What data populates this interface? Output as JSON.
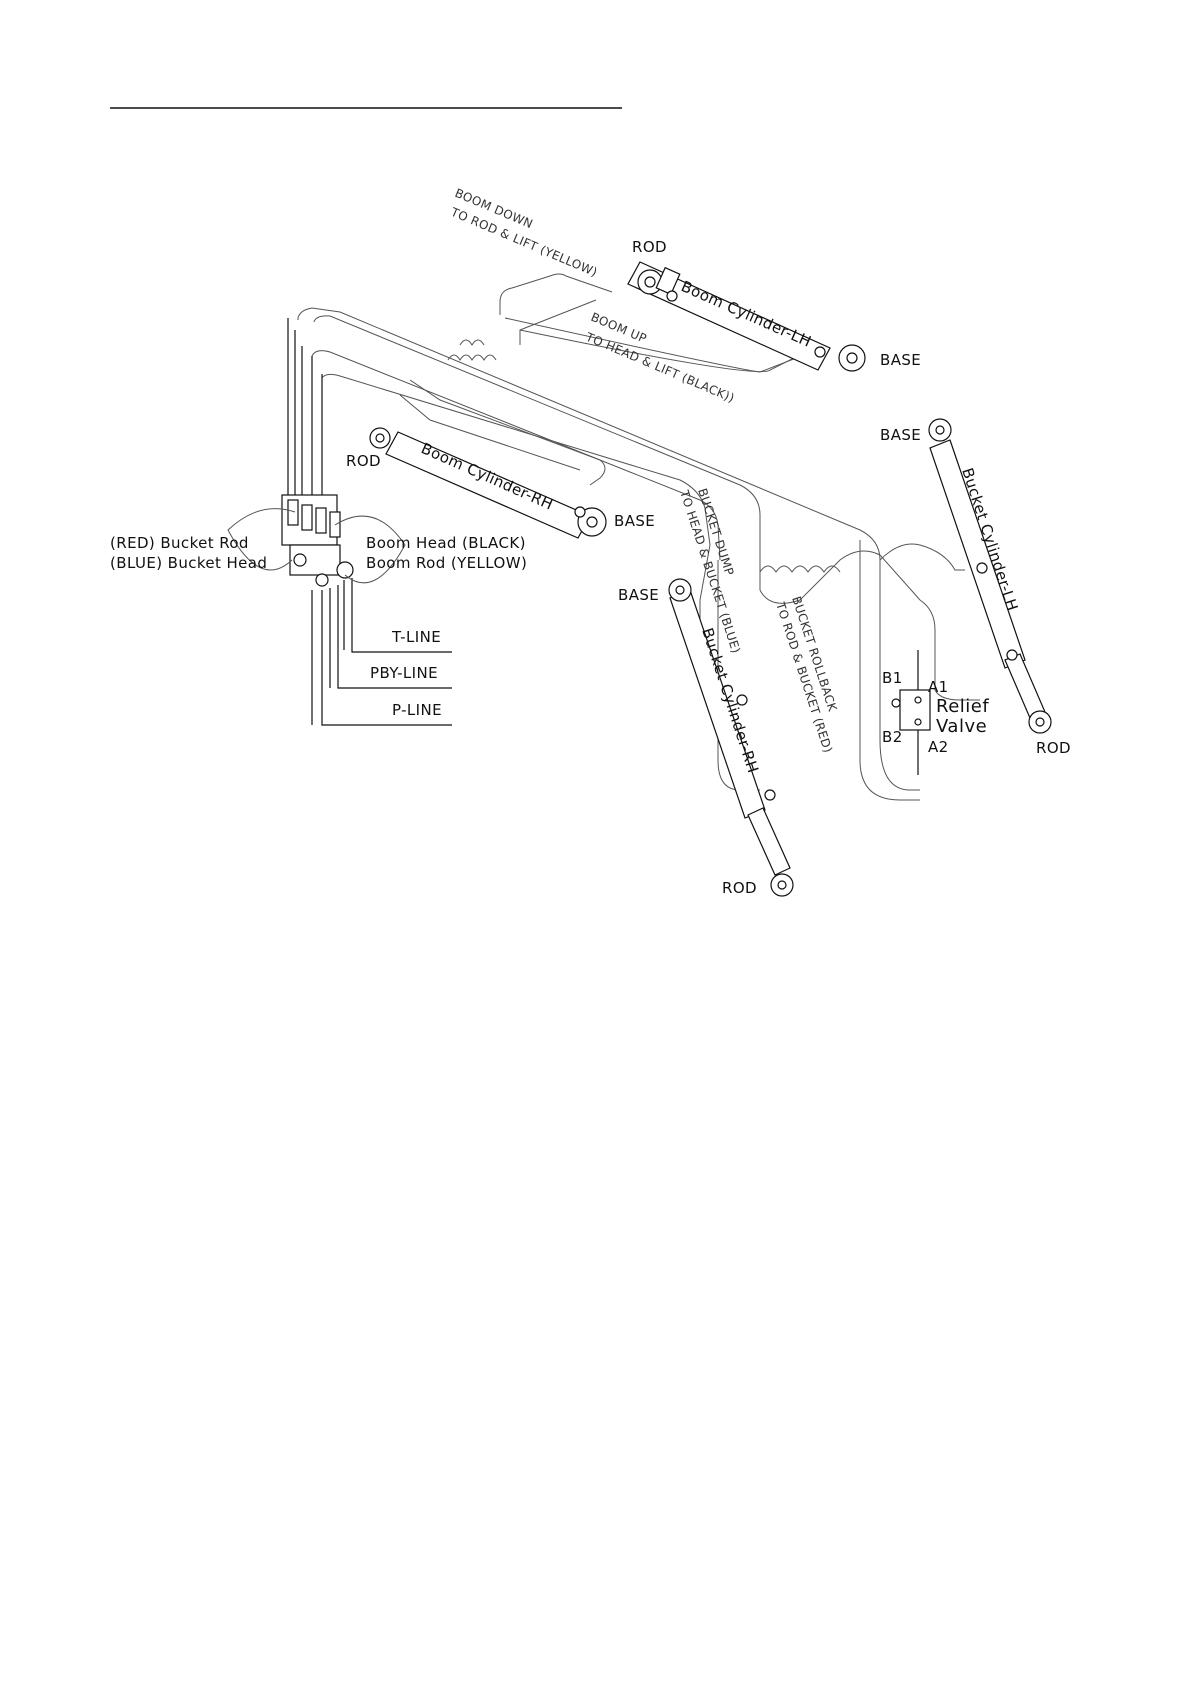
{
  "cylinders": {
    "boom_lh": {
      "name": "Boom Cylinder-LH",
      "rod": "ROD",
      "base": "BASE"
    },
    "boom_rh": {
      "name": "Boom Cylinder-RH",
      "rod": "ROD",
      "base": "BASE"
    },
    "bucket_lh": {
      "name": "Bucket Cylinder-LH",
      "rod": "ROD",
      "base": "BASE"
    },
    "bucket_rh": {
      "name": "Bucket Cylinder-RH",
      "rod": "ROD",
      "base": "BASE"
    }
  },
  "hoses": {
    "boom_down": [
      "BOOM DOWN",
      "TO ROD & LIFT (YELLOW)"
    ],
    "boom_up": [
      "BOOM UP",
      "TO HEAD & LIFT (BLACK))"
    ],
    "bucket_dump": [
      "BUCKET DUMP",
      "TO HEAD & BUCKET (BLUE)"
    ],
    "bucket_rollback": [
      "BUCKET ROLLBACK",
      "TO ROD & BUCKET (RED)"
    ]
  },
  "valve_ports": {
    "bucket_rod": "(RED) Bucket Rod",
    "bucket_head": "(BLUE) Bucket Head",
    "boom_head": "Boom Head (BLACK)",
    "boom_rod": "Boom Rod (YELLOW)"
  },
  "lines": {
    "t_line": "T-LINE",
    "pby_line": "PBY-LINE",
    "p_line": "P-LINE"
  },
  "relief_valve": {
    "name_1": "Relief",
    "name_2": "Valve",
    "b1": "B1",
    "a1": "A1",
    "b2": "B2",
    "a2": "A2"
  }
}
